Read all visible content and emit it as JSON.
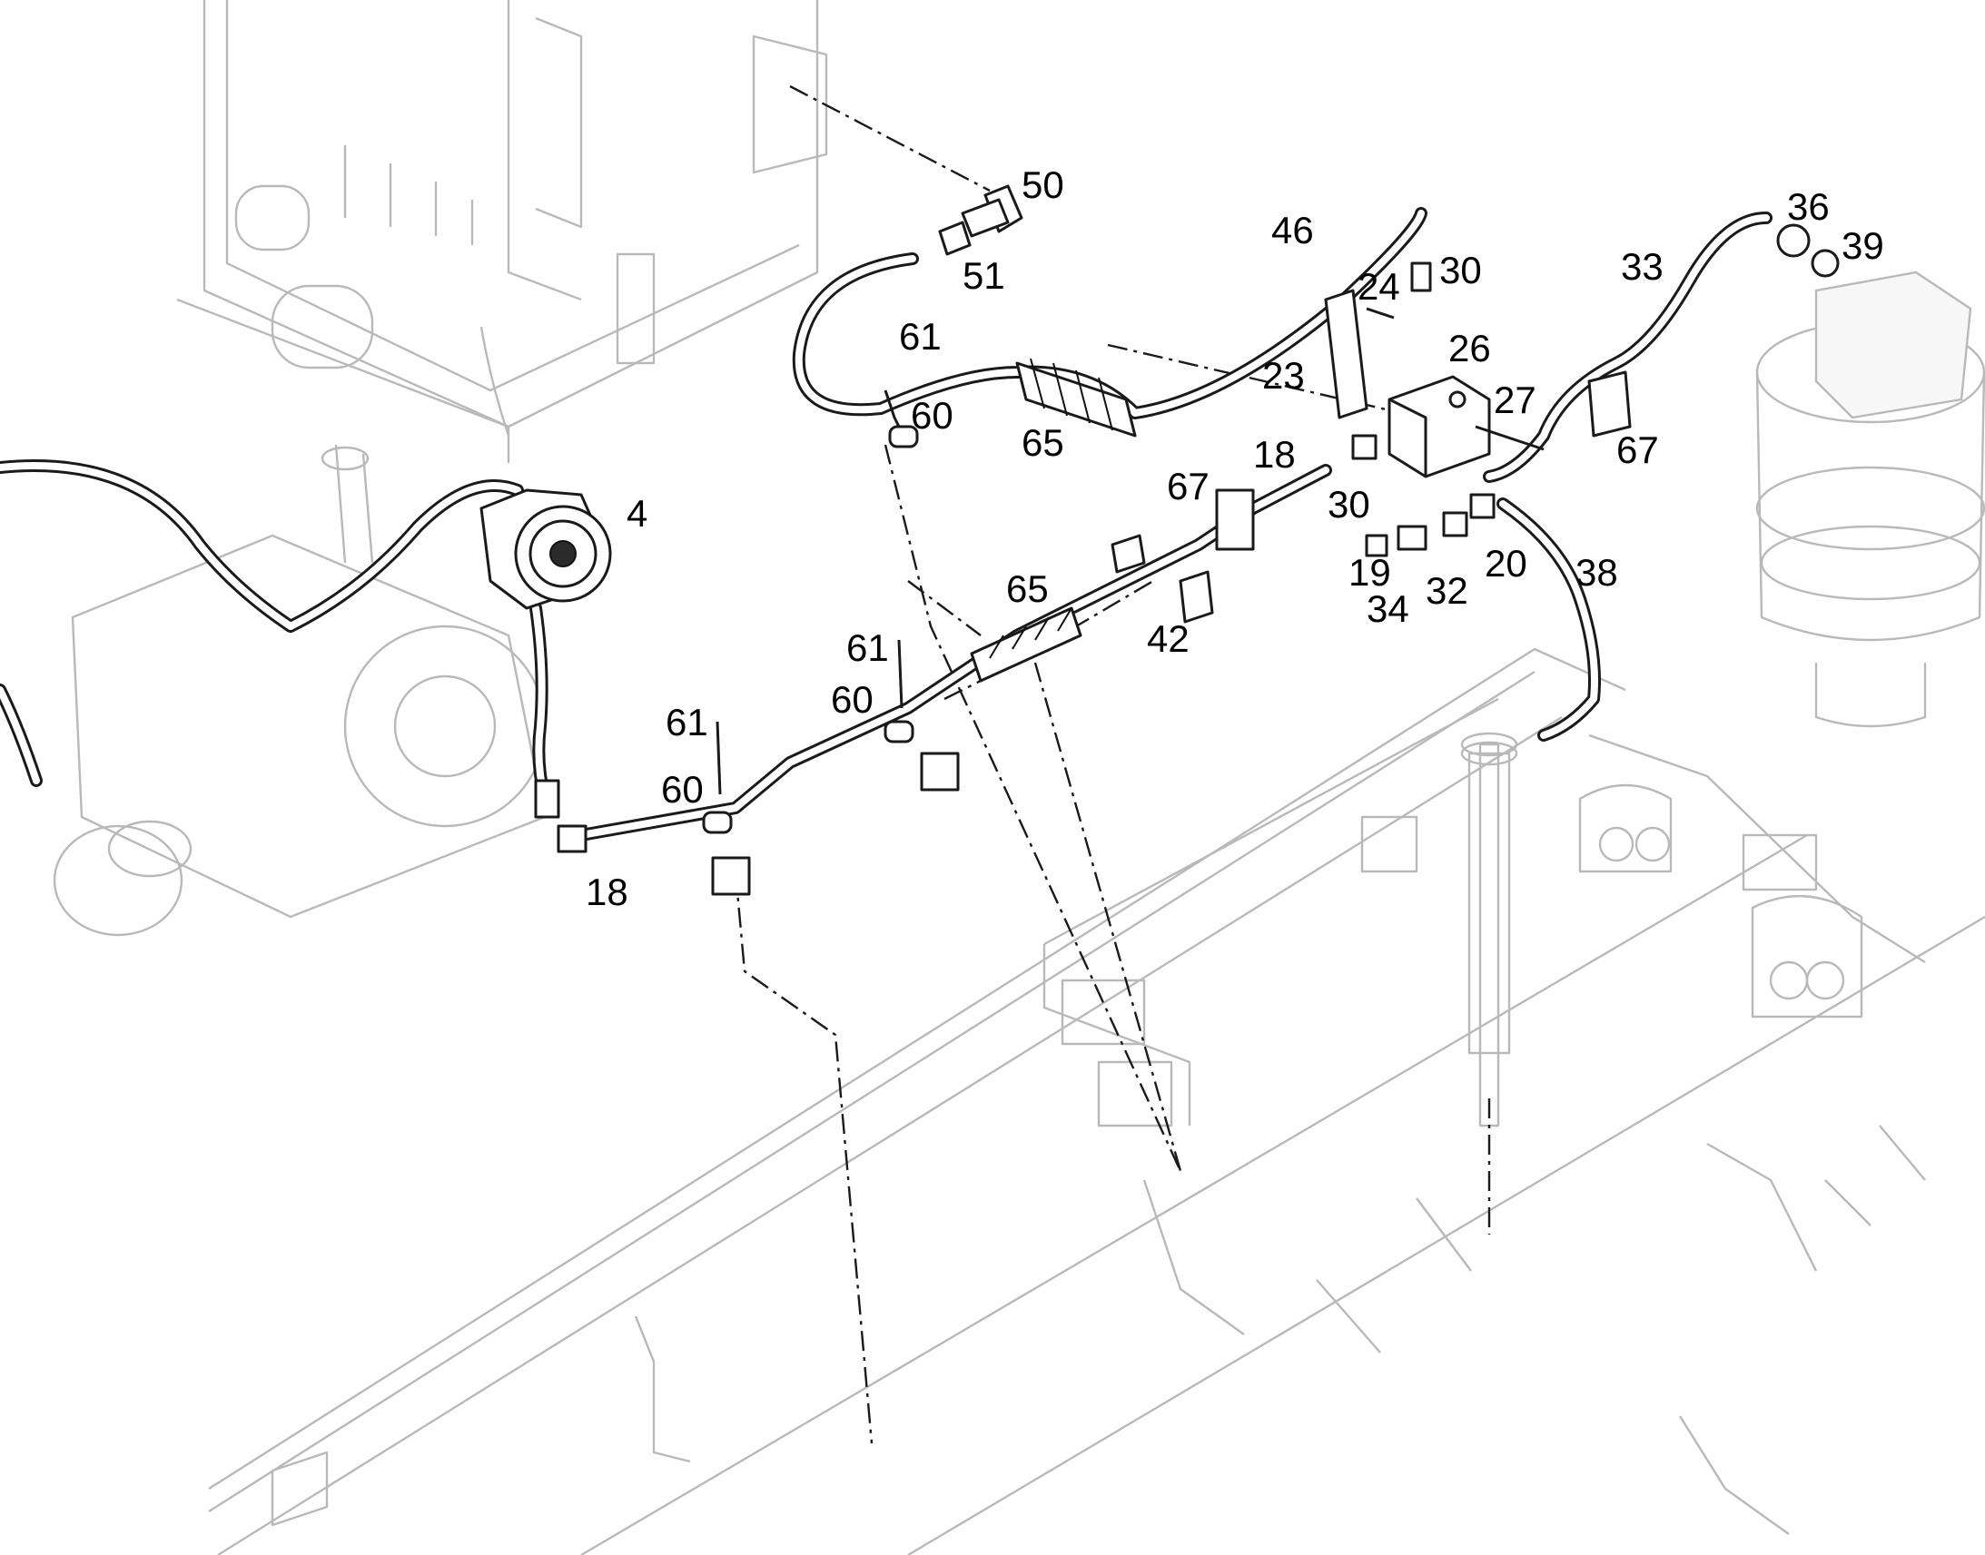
{
  "callouts": [
    {
      "id": "c4",
      "text": "4"
    },
    {
      "id": "c50",
      "text": "50"
    },
    {
      "id": "c51",
      "text": "51"
    },
    {
      "id": "c46",
      "text": "46"
    },
    {
      "id": "c30a",
      "text": "30"
    },
    {
      "id": "c24",
      "text": "24"
    },
    {
      "id": "c26",
      "text": "26"
    },
    {
      "id": "c23",
      "text": "23"
    },
    {
      "id": "c27",
      "text": "27"
    },
    {
      "id": "c33",
      "text": "33"
    },
    {
      "id": "c36",
      "text": "36"
    },
    {
      "id": "c39",
      "text": "39"
    },
    {
      "id": "c61a",
      "text": "61"
    },
    {
      "id": "c60a",
      "text": "60"
    },
    {
      "id": "c65a",
      "text": "65"
    },
    {
      "id": "c18a",
      "text": "18"
    },
    {
      "id": "c67a",
      "text": "67"
    },
    {
      "id": "c30b",
      "text": "30"
    },
    {
      "id": "c67b",
      "text": "67"
    },
    {
      "id": "c19",
      "text": "19"
    },
    {
      "id": "c34",
      "text": "34"
    },
    {
      "id": "c32",
      "text": "32"
    },
    {
      "id": "c20",
      "text": "20"
    },
    {
      "id": "c38",
      "text": "38"
    },
    {
      "id": "c65b",
      "text": "65"
    },
    {
      "id": "c42",
      "text": "42"
    },
    {
      "id": "c61b",
      "text": "61"
    },
    {
      "id": "c60b",
      "text": "60"
    },
    {
      "id": "c61c",
      "text": "61"
    },
    {
      "id": "c60c",
      "text": "60"
    },
    {
      "id": "c18b",
      "text": "18"
    }
  ]
}
